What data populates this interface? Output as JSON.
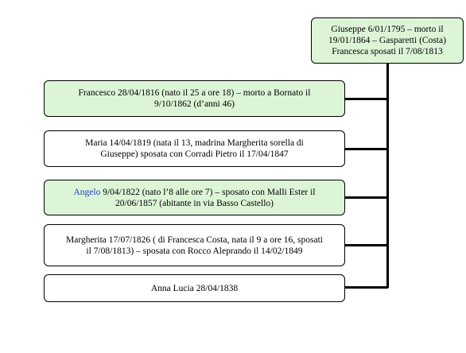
{
  "parent": {
    "lines": [
      "Giuseppe 6/01/1795 – morto il",
      "19/01/1864 – Gasparetti  (Costa)",
      "Francesca sposati il 7/08/1813"
    ]
  },
  "children": [
    {
      "lines": [
        "Francesco 28/04/1816  (nato il 25 a ore 18) – morto a Bornato il",
        "9/10/1862 (d’anni 46)"
      ]
    },
    {
      "lines": [
        "Maria 14/04/1819 (nata il 13, madrina Margherita sorella di",
        "Giuseppe) sposata con Corradi Pietro il 17/04/1847"
      ]
    },
    {
      "highlight": "Angelo",
      "line1_rest": " 9/04/1822 (nato l’8 alle ore 7) – sposato con Malli Ester il",
      "line2": "20/06/1857 (abitante in via Basso Castello)"
    },
    {
      "lines": [
        "Margherita 17/07/1826 ( di Francesca Costa, nata il 9 a ore 16, sposati",
        "il 7/08/1813) – sposata con Rocco Aleprando il 14/02/1849"
      ]
    },
    {
      "lines": [
        "Anna Lucia 28/04/1838"
      ]
    }
  ],
  "colors": {
    "green_fill": "#dcf5d7",
    "white_fill": "#ffffff",
    "highlight_text": "#1f3fbf",
    "stroke": "#000000"
  }
}
